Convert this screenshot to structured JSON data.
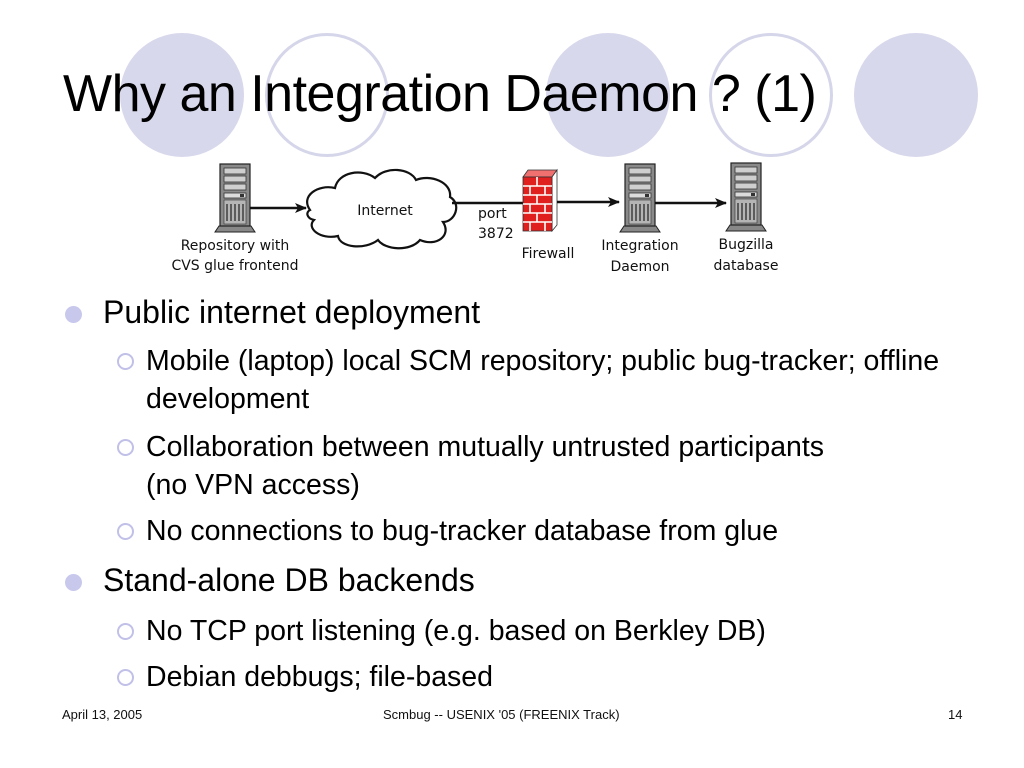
{
  "slide": {
    "title": "Why an Integration Daemon ? (1)",
    "diagram": {
      "nodes": [
        {
          "id": "repository",
          "icon": "server-icon",
          "label_lines": [
            "Repository with",
            "CVS glue frontend"
          ]
        },
        {
          "id": "internet",
          "icon": "cloud-icon",
          "label_lines": [
            "Internet"
          ]
        },
        {
          "id": "firewall",
          "icon": "firewall-icon",
          "label_lines": [
            "Firewall"
          ]
        },
        {
          "id": "integration-daemon",
          "icon": "server-icon",
          "label_lines": [
            "Integration",
            "Daemon"
          ]
        },
        {
          "id": "bugzilla",
          "icon": "server-icon",
          "label_lines": [
            "Bugzilla",
            "database"
          ]
        }
      ],
      "port_label_lines": [
        "port",
        "3872"
      ]
    },
    "bullets": [
      {
        "text": "Public internet deployment",
        "sub": [
          {
            "text": "Mobile (laptop) local SCM repository; public bug-tracker; offline development"
          },
          {
            "text": "Collaboration between mutually untrusted participants (no VPN access)"
          },
          {
            "text": "No connections to bug-tracker database from glue"
          }
        ]
      },
      {
        "text": "Stand-alone DB backends",
        "sub": [
          {
            "text": "No TCP port listening (e.g. based on Berkley DB)"
          },
          {
            "text": "Debian debbugs; file-based"
          }
        ]
      }
    ],
    "footer": {
      "date": "April 13, 2005",
      "center": "Scmbug -- USENIX '05 (FREENIX Track)",
      "page_number": "14"
    },
    "colors": {
      "decor_circle": "#d8d8ec",
      "bullet": "#c8c8ec",
      "firewall_red": "#e0201e"
    }
  }
}
